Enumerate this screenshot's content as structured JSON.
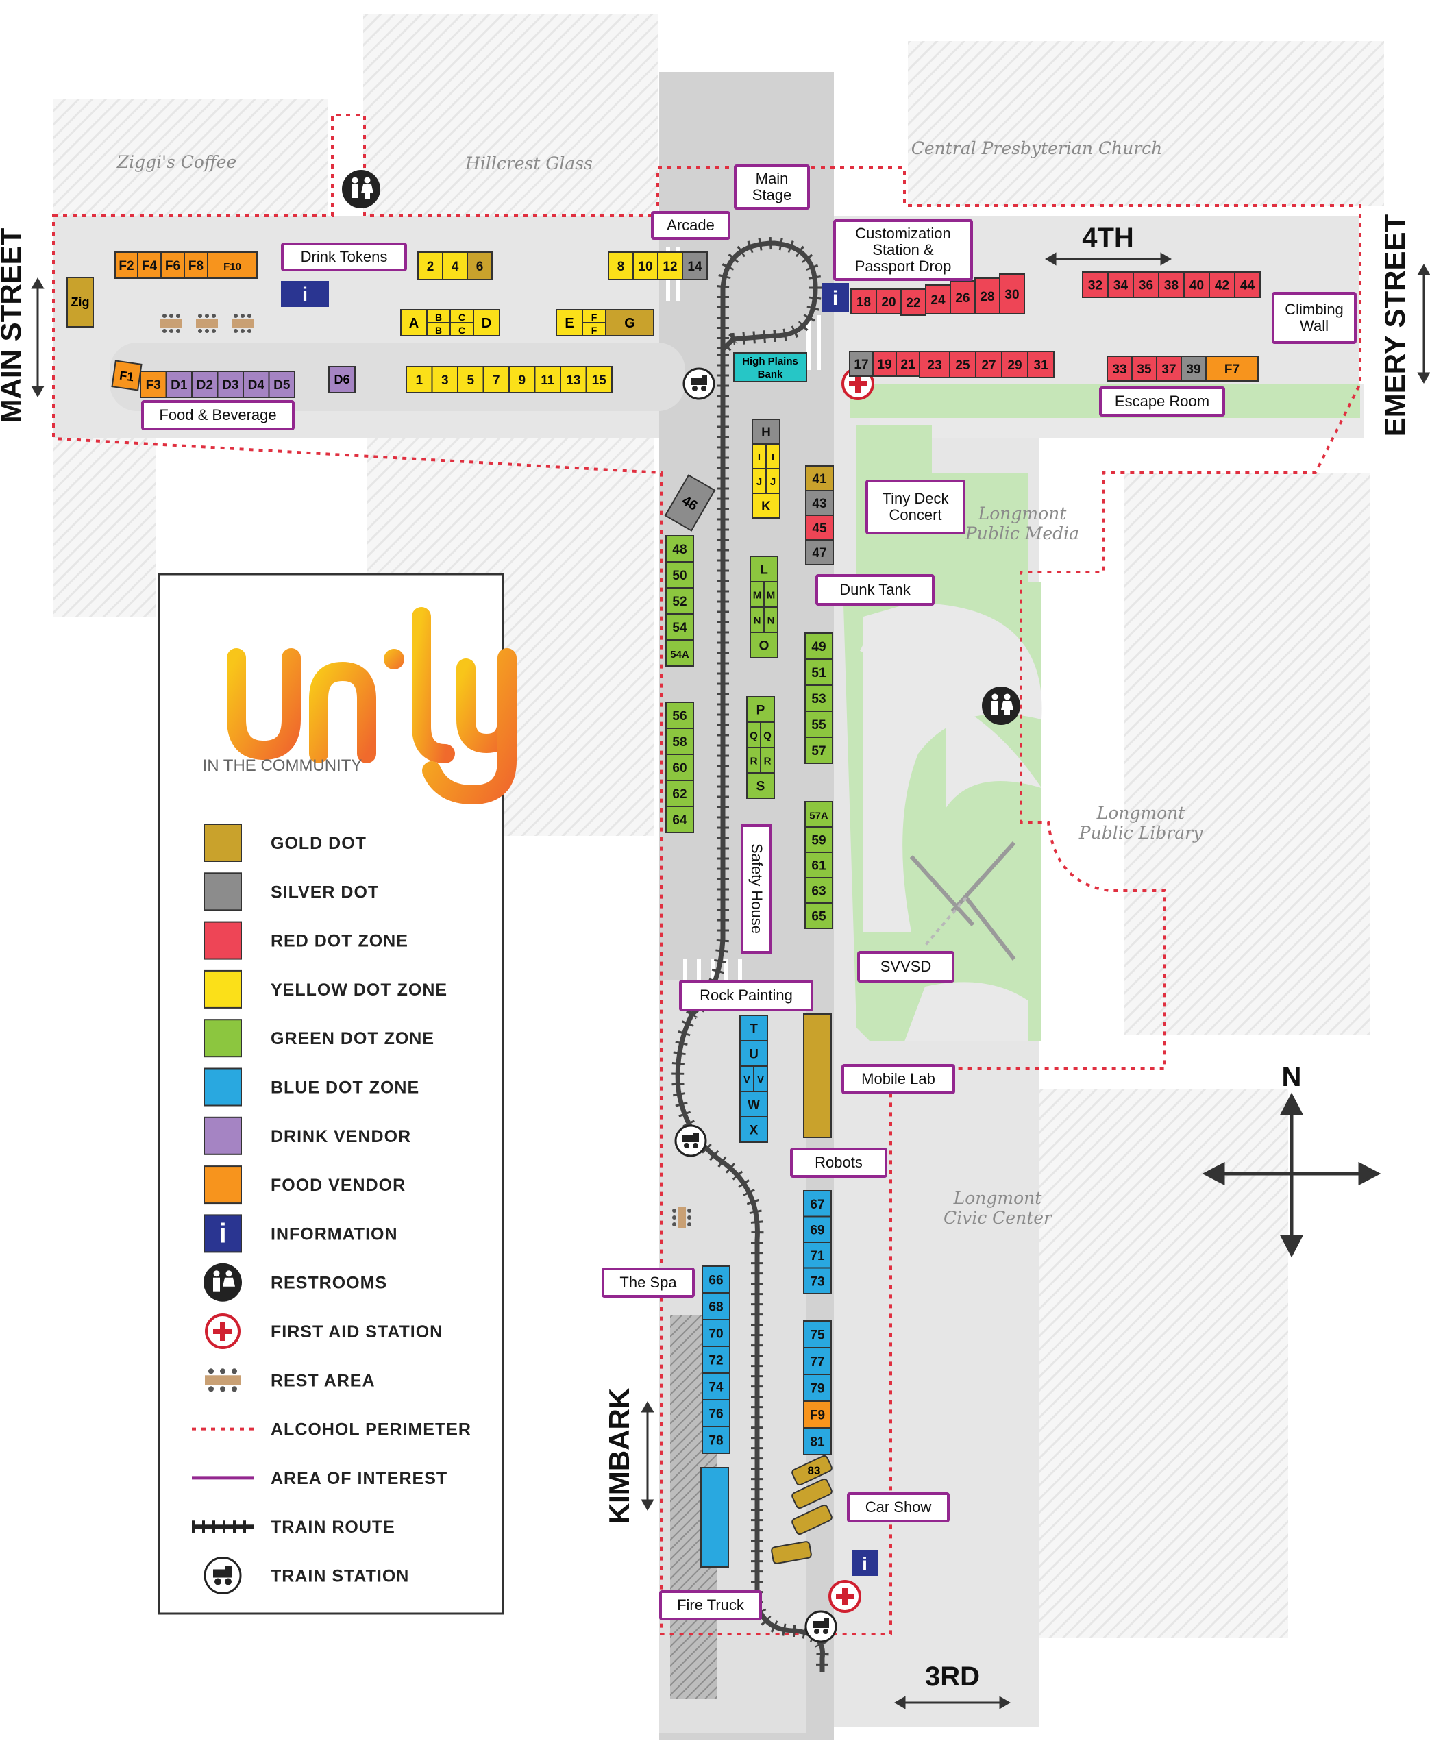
{
  "title": "Unity in the Community",
  "logo": {
    "word": "unity",
    "tagline": "IN THE COMMUNITY"
  },
  "streets": {
    "main": "MAIN STREET",
    "emery": "EMERY STREET",
    "fourth": "4TH",
    "third": "3RD",
    "kimbark": "KIMBARK"
  },
  "north_label": "N",
  "buildings": {
    "ziggis": "Ziggi's Coffee",
    "hillcrest": "Hillcrest Glass",
    "church": "Central Presbyterian Church",
    "media_1": "Longmont",
    "media_2": "Public Media",
    "library_1": "Longmont",
    "library_2": "Public Library",
    "civic_1": "Longmont",
    "civic_2": "Civic Center"
  },
  "areas": {
    "main_stage_1": "Main",
    "main_stage_2": "Stage",
    "arcade": "Arcade",
    "drink_tokens": "Drink Tokens",
    "food_beverage": "Food & Beverage",
    "custom_1": "Customization",
    "custom_2": "Station &",
    "custom_3": "Passport Drop",
    "climbing_1": "Climbing",
    "climbing_2": "Wall",
    "escape_room": "Escape Room",
    "tiny_deck_1": "Tiny Deck",
    "tiny_deck_2": "Concert",
    "dunk_tank": "Dunk Tank",
    "safety_house": "Safety House",
    "svvsd": "SVVSD",
    "rock_painting": "Rock Painting",
    "mobile_lab": "Mobile Lab",
    "robots": "Robots",
    "the_spa": "The Spa",
    "car_show": "Car Show",
    "fire_truck": "Fire Truck",
    "bank_1": "High Plains",
    "bank_2": "Bank"
  },
  "info_glyph": "i",
  "colors": {
    "gold": "#c9a22c",
    "silver": "#8c8c8c",
    "red": "#ee4556",
    "yellow": "#fbe019",
    "green": "#8cc63f",
    "blue": "#29a8e0",
    "drink": "#a584c3",
    "food": "#f7941d",
    "info": "#2a3591",
    "aoi": "#93278f",
    "perimeter": "#e03040",
    "teal": "#26c6c6"
  },
  "legend": [
    {
      "key": "gold",
      "label": "GOLD DOT"
    },
    {
      "key": "silver",
      "label": "SILVER DOT"
    },
    {
      "key": "red",
      "label": "RED DOT ZONE"
    },
    {
      "key": "yellow",
      "label": "YELLOW DOT ZONE"
    },
    {
      "key": "green",
      "label": "GREEN DOT ZONE"
    },
    {
      "key": "blue",
      "label": "BLUE DOT ZONE"
    },
    {
      "key": "drink",
      "label": "DRINK VENDOR"
    },
    {
      "key": "food",
      "label": "FOOD VENDOR"
    },
    {
      "key": "info",
      "label": "INFORMATION"
    },
    {
      "key": "restroom",
      "label": "RESTROOMS"
    },
    {
      "key": "firstaid",
      "label": "FIRST AID STATION"
    },
    {
      "key": "rest",
      "label": "REST AREA"
    },
    {
      "key": "perimeter",
      "label": "ALCOHOL PERIMETER"
    },
    {
      "key": "aoi",
      "label": "AREA OF INTEREST"
    },
    {
      "key": "train",
      "label": "TRAIN ROUTE"
    },
    {
      "key": "station",
      "label": "TRAIN STATION"
    }
  ],
  "booths": {
    "row1": [
      [
        "2",
        "yellow"
      ],
      [
        "4",
        "yellow"
      ],
      [
        "6",
        "gold"
      ],
      [
        "8",
        "yellow"
      ],
      [
        "10",
        "yellow"
      ],
      [
        "12",
        "yellow"
      ],
      [
        "14",
        "silver"
      ]
    ],
    "row2": [
      [
        "1",
        "yellow"
      ],
      [
        "3",
        "yellow"
      ],
      [
        "5",
        "yellow"
      ],
      [
        "7",
        "yellow"
      ],
      [
        "9",
        "yellow"
      ],
      [
        "11",
        "yellow"
      ],
      [
        "13",
        "yellow"
      ],
      [
        "15",
        "yellow"
      ]
    ],
    "food_top": [
      [
        "F2",
        "food"
      ],
      [
        "F4",
        "food"
      ],
      [
        "F6",
        "food"
      ],
      [
        "F8",
        "food"
      ],
      [
        "F10",
        "food"
      ]
    ],
    "food_bottom": [
      [
        "F3",
        "food"
      ],
      [
        "D1",
        "drink"
      ],
      [
        "D2",
        "drink"
      ],
      [
        "D3",
        "drink"
      ],
      [
        "D4",
        "drink"
      ],
      [
        "D5",
        "drink"
      ]
    ],
    "singles": {
      "zig": "Zig",
      "f1": "F1",
      "d6": "D6",
      "a": "A",
      "b": "B",
      "c": "C",
      "d": "D",
      "e": "E",
      "f": "F",
      "g": "G",
      "n46": "46"
    },
    "red_top": [
      [
        "18",
        "red"
      ],
      [
        "20",
        "red"
      ],
      [
        "22",
        "red"
      ],
      [
        "24",
        "red"
      ],
      [
        "26",
        "red"
      ],
      [
        "28",
        "red"
      ],
      [
        "30",
        "red"
      ]
    ],
    "red_far_top": [
      [
        "32",
        "red"
      ],
      [
        "34",
        "red"
      ],
      [
        "36",
        "red"
      ],
      [
        "38",
        "red"
      ],
      [
        "40",
        "red"
      ],
      [
        "42",
        "red"
      ],
      [
        "44",
        "red"
      ]
    ],
    "red_bottom": [
      [
        "17",
        "silver"
      ],
      [
        "19",
        "red"
      ],
      [
        "21",
        "red"
      ],
      [
        "23",
        "red"
      ],
      [
        "25",
        "red"
      ],
      [
        "27",
        "red"
      ],
      [
        "29",
        "red"
      ],
      [
        "31",
        "red"
      ]
    ],
    "red_far_bottom": [
      [
        "33",
        "red"
      ],
      [
        "35",
        "red"
      ],
      [
        "37",
        "red"
      ],
      [
        "39",
        "silver"
      ],
      [
        "F7",
        "food"
      ]
    ],
    "col_center_top": [
      [
        "H",
        "silver"
      ],
      [
        "I",
        "yellow"
      ],
      [
        "J",
        "yellow"
      ],
      [
        "K",
        "yellow"
      ]
    ],
    "col_right_top": [
      [
        "41",
        "gold"
      ],
      [
        "43",
        "silver"
      ],
      [
        "45",
        "red"
      ],
      [
        "47",
        "silver"
      ]
    ],
    "col_left_green1": [
      [
        "48",
        "green"
      ],
      [
        "50",
        "green"
      ],
      [
        "52",
        "green"
      ],
      [
        "54",
        "green"
      ],
      [
        "54A",
        "green"
      ]
    ],
    "col_left_green2": [
      [
        "56",
        "green"
      ],
      [
        "58",
        "green"
      ],
      [
        "60",
        "green"
      ],
      [
        "62",
        "green"
      ],
      [
        "64",
        "green"
      ]
    ],
    "col_center_green1": [
      [
        "L",
        "green"
      ],
      [
        "M",
        "green"
      ],
      [
        "N",
        "green"
      ],
      [
        "O",
        "green"
      ]
    ],
    "col_center_green2": [
      [
        "P",
        "green"
      ],
      [
        "Q",
        "green"
      ],
      [
        "R",
        "green"
      ],
      [
        "S",
        "green"
      ]
    ],
    "col_right_green1": [
      [
        "49",
        "green"
      ],
      [
        "51",
        "green"
      ],
      [
        "53",
        "green"
      ],
      [
        "55",
        "green"
      ],
      [
        "57",
        "green"
      ]
    ],
    "col_right_green2": [
      [
        "57A",
        "green"
      ],
      [
        "59",
        "green"
      ],
      [
        "61",
        "green"
      ],
      [
        "63",
        "green"
      ],
      [
        "65",
        "green"
      ]
    ],
    "col_blue_letters": [
      [
        "T",
        "blue"
      ],
      [
        "U",
        "blue"
      ],
      [
        "V",
        "blue"
      ],
      [
        "W",
        "blue"
      ],
      [
        "X",
        "blue"
      ]
    ],
    "col_blue_right1": [
      [
        "67",
        "blue"
      ],
      [
        "69",
        "blue"
      ],
      [
        "71",
        "blue"
      ],
      [
        "73",
        "blue"
      ]
    ],
    "col_blue_left": [
      [
        "66",
        "blue"
      ],
      [
        "68",
        "blue"
      ],
      [
        "70",
        "blue"
      ],
      [
        "72",
        "blue"
      ],
      [
        "74",
        "blue"
      ],
      [
        "76",
        "blue"
      ],
      [
        "78",
        "blue"
      ]
    ],
    "col_blue_right2": [
      [
        "75",
        "blue"
      ],
      [
        "77",
        "blue"
      ],
      [
        "79",
        "blue"
      ],
      [
        "F9",
        "food"
      ],
      [
        "81",
        "blue"
      ]
    ],
    "car83": "83"
  }
}
